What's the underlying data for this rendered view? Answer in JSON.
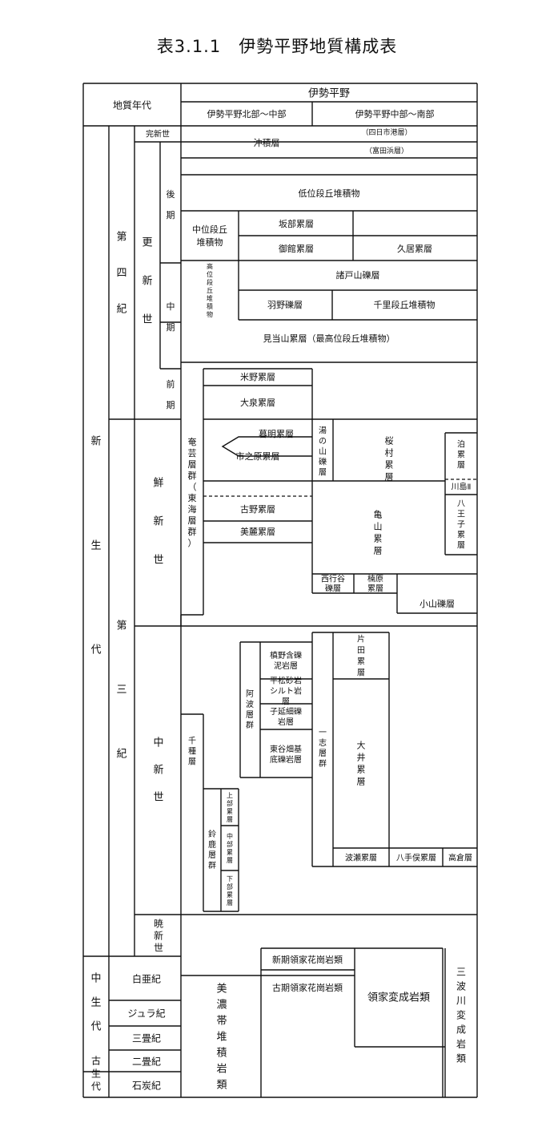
{
  "title": "表3.1.1　伊勢平野地質構成表",
  "header": {
    "era_col": "地質年代",
    "region": "伊勢平野",
    "north": "伊勢平野北部～中部",
    "south": "伊勢平野中部～南部"
  },
  "eras": {
    "cenozoic": "新生代",
    "mesozoic": "中生代",
    "paleozoic": "古生代"
  },
  "periods": {
    "quaternary": "第四紀",
    "tertiary": "第三紀",
    "cretaceous": "白亜紀",
    "jurassic": "ジュラ紀",
    "triassic": "三畳紀",
    "permian": "二畳紀",
    "carboniferous": "石炭紀"
  },
  "epochs": {
    "holocene": "完新世",
    "pleistocene": "更新世",
    "pliocene": "鮮新世",
    "miocene": "中新世",
    "oligocene": "暁新世",
    "late": "後期",
    "middle": "中期",
    "early": "前期"
  },
  "units": {
    "chuseki": "沖積層",
    "yokkaichi": "（四日市港層）",
    "tomidahama": "（富田浜層）",
    "teii": "低位段丘堆積物",
    "chui": "中位段丘堆積物",
    "sakabe": "坂部累層",
    "mitachi": "御館累層",
    "hisai": "久居累層",
    "koui": "高位段丘堆積物",
    "nekurayama": "諸戸山礫層",
    "hano": "羽野礫層",
    "senri": "千里段丘堆積物",
    "mitoyama": "見当山累層（最高位段丘堆積物）",
    "yoneno": "米野累層",
    "oizumi": "大泉累層",
    "kuremei": "暮明累層",
    "ichinohara": "市之原累層",
    "furuno": "古野累層",
    "biroku": "美麓累層",
    "ageigun": "奄芸層群（東海層群）",
    "yunoyama": "湯の山礫層",
    "sakuramura": "桜村累層",
    "kameyama": "亀山累層",
    "tomari": "泊累層",
    "kawashima": "川島Ⅱ",
    "hachioji": "八王子累層",
    "saigyodani": "西行谷礫層",
    "kusuhara": "楠原累層",
    "koyama": "小山礫層",
    "chikusa": "千種層",
    "suzukagun": "鈴鹿層群",
    "joubu": "上部累層",
    "chubu": "中部累層",
    "kabu": "下部累層",
    "awagun": "阿波層群",
    "makino": "槙野含礫泥岩層",
    "hiramatsu": "平松砂岩シルト岩層",
    "koenobu": "子延細礫岩層",
    "higashiyatou": "東谷畑基底礫岩層",
    "ishigun": "一志層群",
    "katada": "片田累層",
    "oi": "大井累層",
    "hase": "波瀬累層",
    "yatematata": "八手俣累層",
    "takakura": "高倉層",
    "shinki_ryoke": "新期領家花崗岩類",
    "koki_ryoke": "古期領家花崗岩類",
    "ryoke": "領家変成岩類",
    "mino": "美濃帯堆積岩類",
    "sanbagawa": "三波川変成岩類"
  }
}
